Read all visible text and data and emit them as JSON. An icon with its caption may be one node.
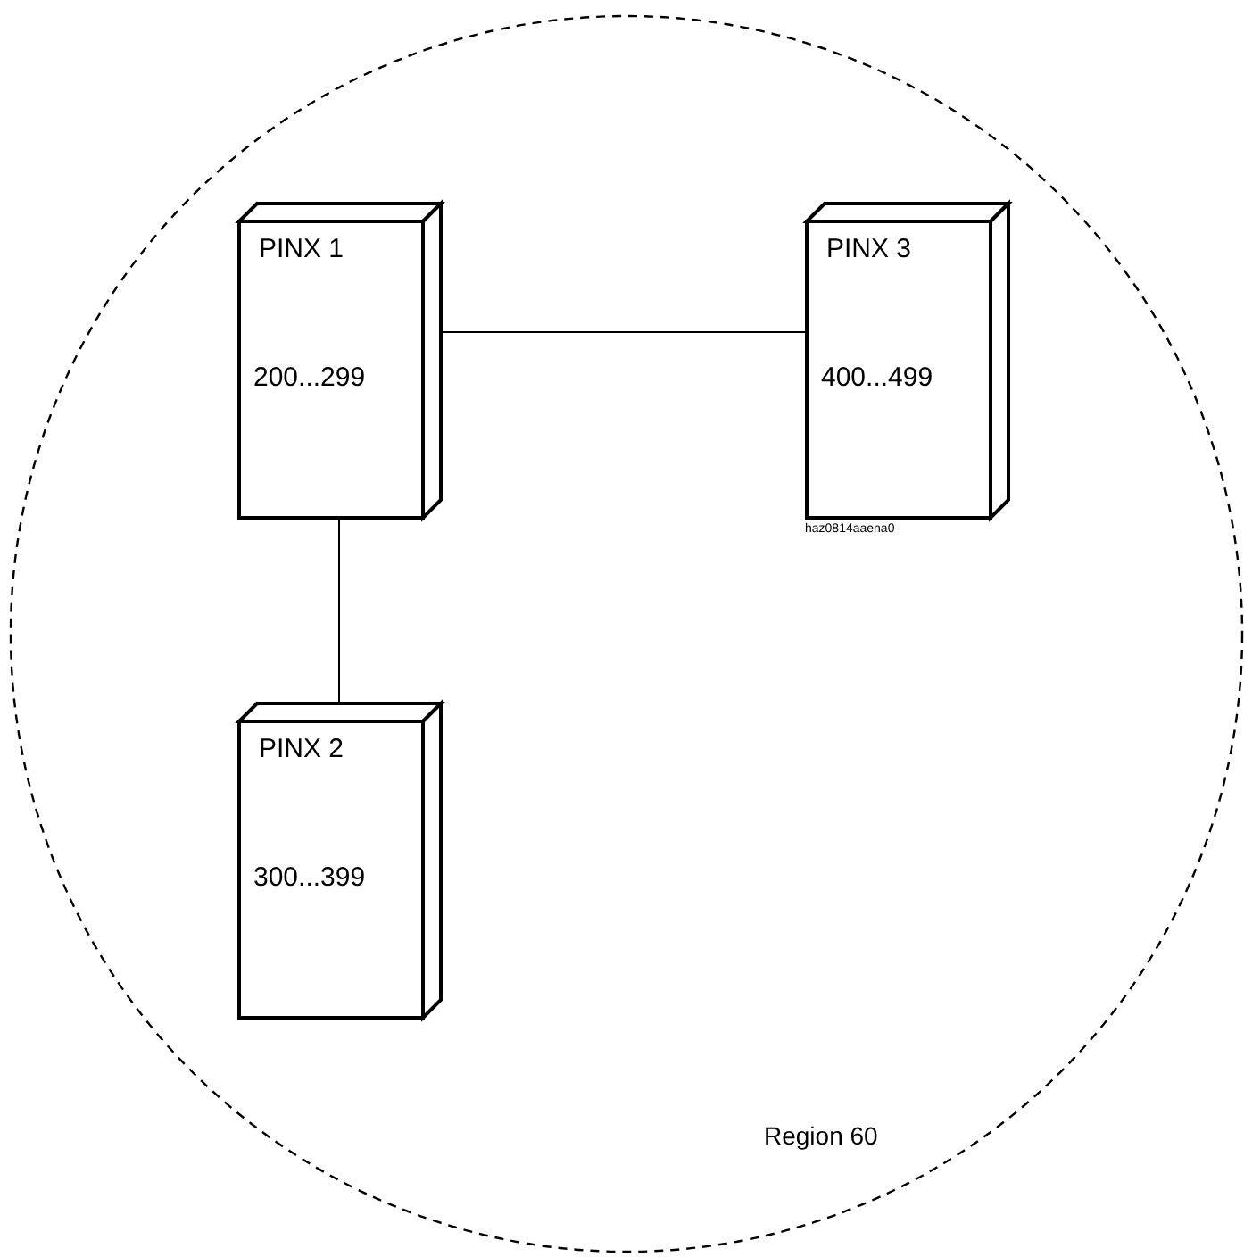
{
  "diagram": {
    "nodes": [
      {
        "text": [
          "Region 60"
        ]
      },
      {
        "text": [
          "PINX 1",
          "200...299"
        ],
        "in": 0
      },
      {
        "text": [
          "PINX 3",
          "400...499"
        ],
        "in": 0,
        "beside": [
          "haz0814aaena0"
        ]
      },
      {
        "text": [
          "PINX 2",
          "300...399"
        ],
        "in": 0
      }
    ],
    "edges": [
      {
        "from": 1,
        "to": 2,
        "arrow": "none"
      },
      {
        "from": 1,
        "to": 3,
        "arrow": "none"
      }
    ]
  }
}
